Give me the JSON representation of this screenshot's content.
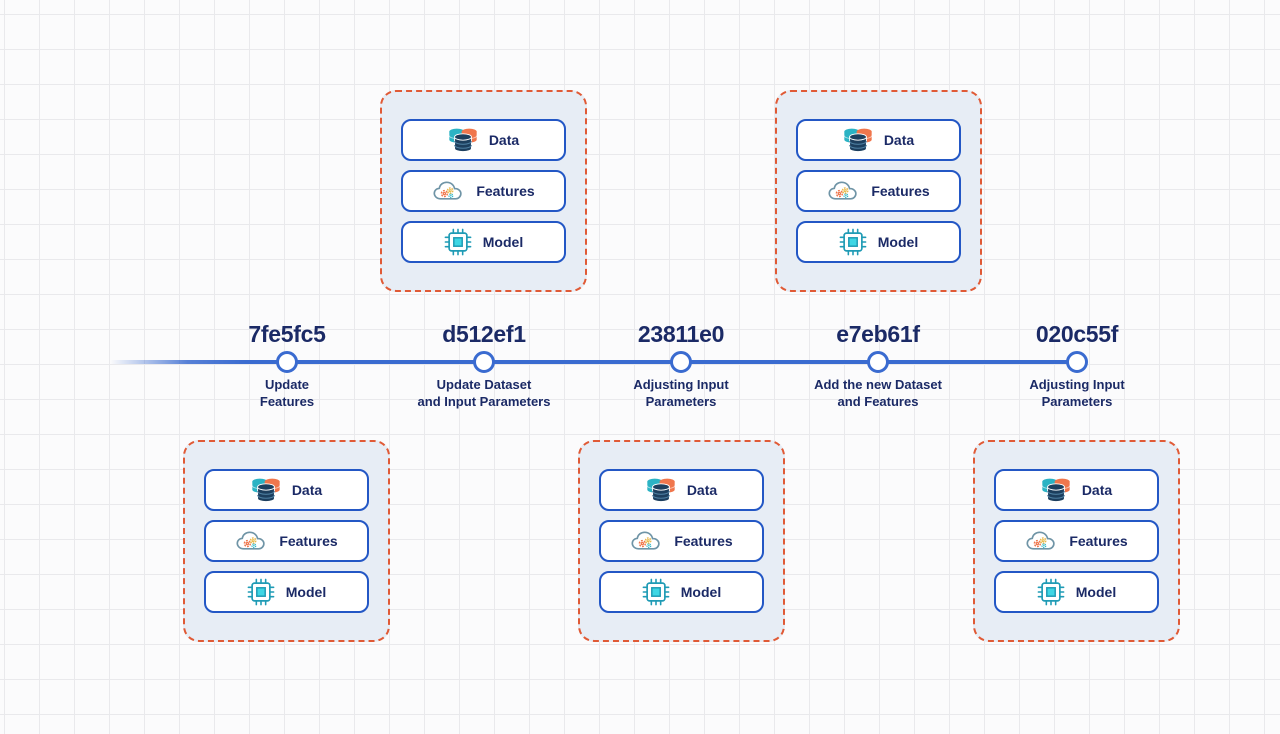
{
  "diagram": {
    "type": "ml-experiment-commit-timeline",
    "colors": {
      "timeline_blue": "#3a6bd0",
      "text_navy": "#1b2a66",
      "card_background": "#e7edf5",
      "card_dashed_border": "#e05a36",
      "box_border": "#2357c5",
      "icon_teal": "#2bb3c4",
      "icon_cyan": "#3fd6e4",
      "icon_orange": "#f0764c",
      "icon_navy": "#1d3f5e",
      "icon_yellow": "#e9b94b",
      "cloud_outline": "#6f94a6"
    }
  },
  "timeline": {
    "entries": [
      {
        "hash": "7fe5fc5",
        "description": "Update\nFeatures",
        "card_position": "below"
      },
      {
        "hash": "d512ef1",
        "description": "Update Dataset\nand Input Parameters",
        "card_position": "above"
      },
      {
        "hash": "23811e0",
        "description": "Adjusting Input\nParameters",
        "card_position": "below"
      },
      {
        "hash": "e7eb61f",
        "description": "Add the new Dataset\nand Features",
        "card_position": "above"
      },
      {
        "hash": "020c55f",
        "description": "Adjusting Input\nParameters",
        "card_position": "below"
      }
    ]
  },
  "card_items": [
    {
      "label": "Data",
      "icon": "database-icon"
    },
    {
      "label": "Features",
      "icon": "cloud-gears-icon"
    },
    {
      "label": "Model",
      "icon": "cpu-chip-icon"
    }
  ]
}
